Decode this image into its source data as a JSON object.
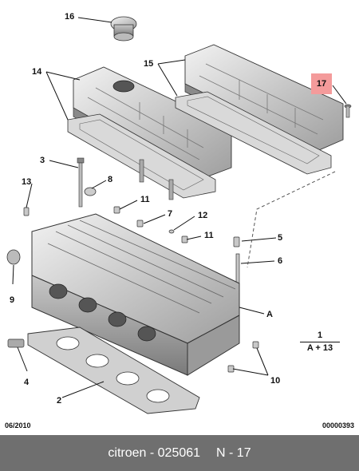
{
  "callouts": {
    "c1": "1",
    "c2": "2",
    "c3": "3",
    "c4": "4",
    "c5": "5",
    "c6": "6",
    "c7": "7",
    "c8": "8",
    "c9": "9",
    "c10": "10",
    "c11a": "11",
    "c11b": "11",
    "c12": "12",
    "c13": "13",
    "c14": "14",
    "c15": "15",
    "c16": "16",
    "c17": "17",
    "cA": "A"
  },
  "note": {
    "top": "1",
    "bottom": "A + 13"
  },
  "footer": {
    "date": "06/2010",
    "code": "00000393"
  },
  "caption": {
    "brand": "citroen",
    "part": "025061",
    "ref": "N - 17",
    "sep": " - "
  },
  "colors": {
    "highlight": "#f49b9b",
    "caption_bg": "#6f6f6f"
  }
}
